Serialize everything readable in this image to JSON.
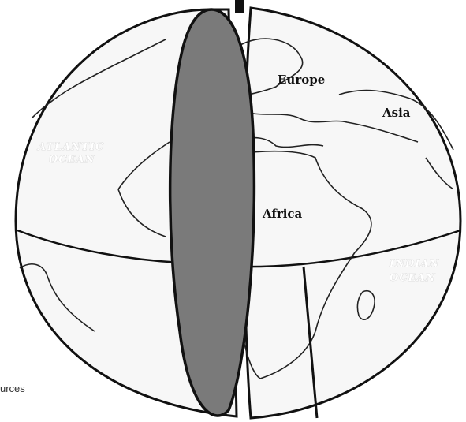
{
  "labels": {
    "europe": "Europe",
    "asia": "Asia",
    "africa": "Africa",
    "atlantic_line1": "ATLANTIC",
    "atlantic_line2": "OCEAN",
    "indian_line1": "INDIAN",
    "indian_line2": "OCEAN"
  },
  "caption_fragment": "urces",
  "colors": {
    "globe_fill": "#f7f7f7",
    "outline": "#111111",
    "cut_face": "#7a7a7a",
    "ocean_text": "#ffffff"
  },
  "icons": {
    "globe": "globe-icon"
  }
}
